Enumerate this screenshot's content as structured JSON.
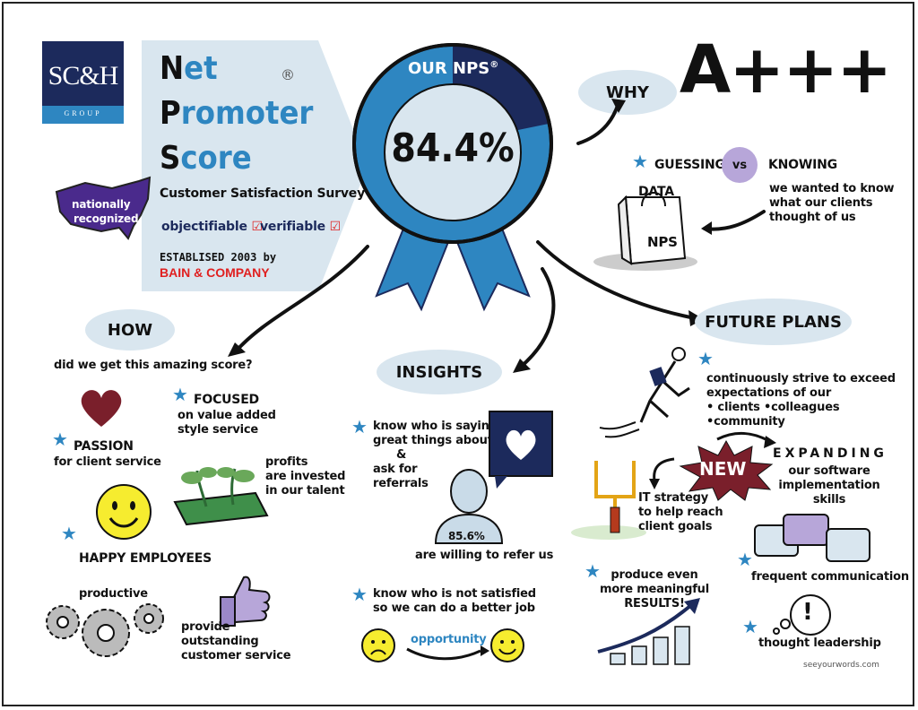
{
  "logo": {
    "main": "SC&H",
    "sub": "GROUP"
  },
  "title_panel": {
    "line1_first": "N",
    "line1_rest": "et",
    "line2_first": "P",
    "line2_rest": "romoter",
    "registered": "®",
    "line3_first": "S",
    "line3_rest": "core",
    "subtitle": "Customer Satisfaction Survey",
    "tag1": "objectifiable",
    "tag2": "verifiable",
    "established": "ESTABLISED 2003 by",
    "company": "BAIN & COMPANY"
  },
  "usa_badge": {
    "line1": "nationally",
    "line2": "recognized"
  },
  "ribbon": {
    "label": "OUR NPS",
    "reg": "®",
    "value": "84.4%"
  },
  "why": {
    "label": "WHY",
    "grade": "A+++"
  },
  "guessing": {
    "left": "GUESSING",
    "vs": "vs",
    "right": "KNOWING"
  },
  "data_bag": {
    "top": "DATA",
    "bottom": "NPS"
  },
  "knowing_note": [
    "we wanted to know",
    "what our clients",
    "thought of us"
  ],
  "how": {
    "label": "HOW",
    "question": "did we get this amazing score?",
    "passion": "PASSION",
    "passion_sub": "for client service",
    "focused": "FOCUSED",
    "focused_sub": [
      "on value added",
      "style service"
    ],
    "profits": [
      "profits",
      "are invested",
      "in our talent"
    ],
    "happy": "HAPPY EMPLOYEES",
    "productive": "productive",
    "provide": [
      "provide",
      "outstanding",
      "customer service"
    ]
  },
  "insights": {
    "label": "INSIGHTS",
    "know1": [
      "know who is saying",
      "great things about us",
      "&",
      "ask for",
      "referrals"
    ],
    "percent": "85.6%",
    "refer": "are willing to refer us",
    "know2": [
      "know who is not satisfied",
      "so we can do a better job"
    ],
    "opportunity": "opportunity"
  },
  "future": {
    "label": "FUTURE PLANS",
    "strive": [
      "continuously strive to exceed",
      "expectations of our",
      "• clients  •colleagues  •community"
    ],
    "new_badge": "NEW",
    "expanding": "EXPANDING",
    "expanding_sub": [
      "our software",
      "implementation skills"
    ],
    "it": [
      "IT strategy",
      "to help reach",
      "client goals"
    ],
    "results": [
      "produce even",
      "more meaningful RESULTS!"
    ],
    "frequent": "frequent communication",
    "thought": "thought leadership",
    "exclaim": "!"
  },
  "credit": "seeyourwords.com",
  "colors": {
    "navy": "#1c2a5c",
    "blue": "#2e86c1",
    "light_blue": "#d9e6ef",
    "maroon": "#7a1f2b",
    "purple": "#b7a6d9",
    "red": "#e02020"
  }
}
